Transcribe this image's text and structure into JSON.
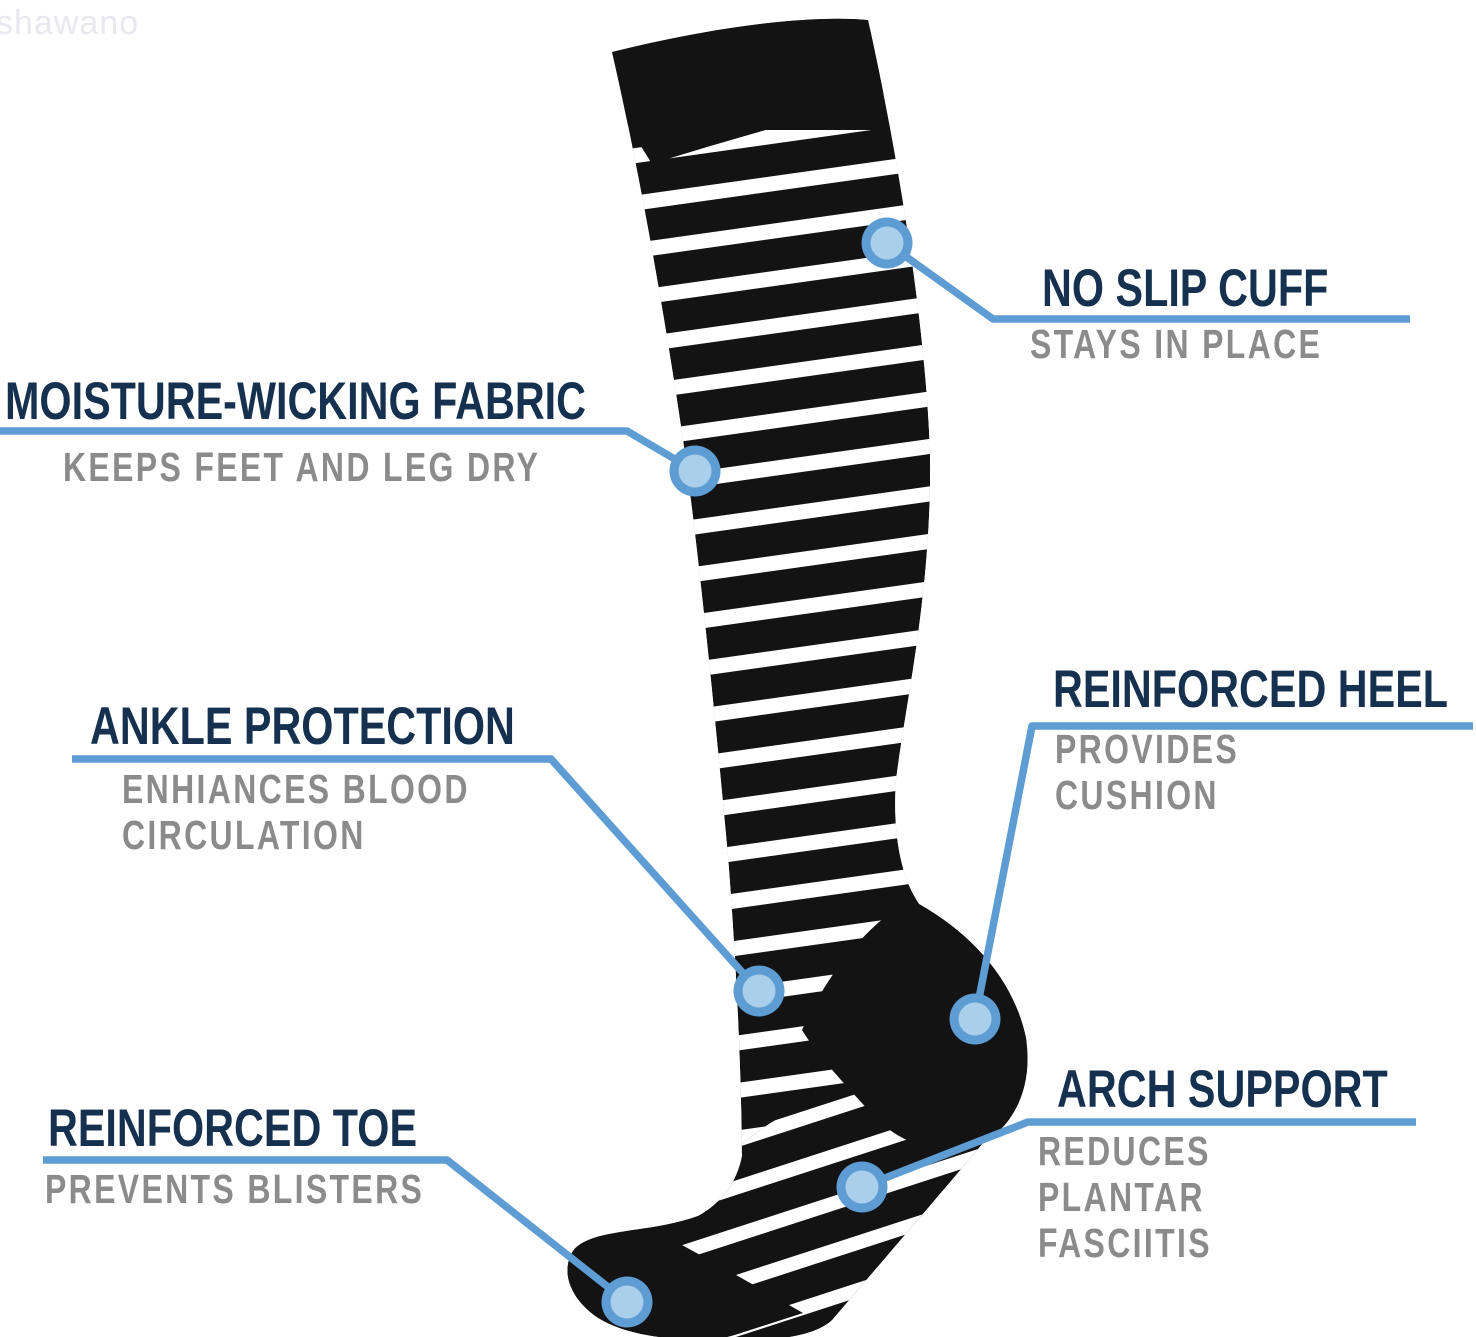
{
  "watermark": "shawano",
  "colors": {
    "title_navy": "#16314f",
    "subtitle_gray": "#8b8b8b",
    "line_blue": "#5e9cd4",
    "marker_core": "#a9cfea",
    "sock_black": "#131313",
    "sock_stripe": "#ffffff",
    "watermark_gray": "#e8e8ef",
    "background": "#ffffff"
  },
  "features": [
    {
      "id": "no-slip-cuff",
      "title": "NO SLIP CUFF",
      "subtitle": "STAYS IN PLACE"
    },
    {
      "id": "moisture-wicking",
      "title": "MOISTURE-WICKING FABRIC",
      "subtitle": "KEEPS FEET AND LEG DRY"
    },
    {
      "id": "ankle-protection",
      "title": "ANKLE PROTECTION",
      "subtitle": "ENHIANCES BLOOD\nCIRCULATION"
    },
    {
      "id": "reinforced-heel",
      "title": "REINFORCED HEEL",
      "subtitle": "PROVIDES CUSHION"
    },
    {
      "id": "reinforced-toe",
      "title": "REINFORCED TOE",
      "subtitle": "PREVENTS BLISTERS"
    },
    {
      "id": "arch-support",
      "title": "ARCH SUPPORT",
      "subtitle": "REDUCES PLANTAR\nFASCIITIS"
    }
  ]
}
